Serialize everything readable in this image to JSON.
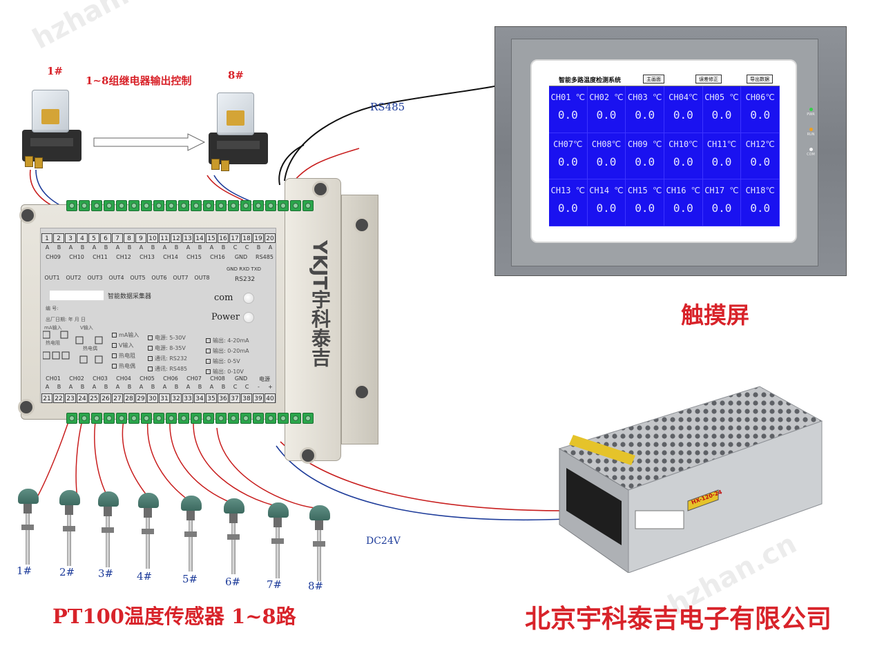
{
  "title_relay_control": "1~8组继电器输出控制",
  "relay_first_label": "1#",
  "relay_last_label": "8#",
  "rs485_label": "RS485",
  "touchscreen_label": "触摸屏",
  "dc24v_label": "DC24V",
  "sensor_caption": "PT100温度传感器 1~8路",
  "company_name": "北京宇科泰吉电子有限公司",
  "watermark_left": "hzhan.cn",
  "watermark_right": "hzhan.cn",
  "colors": {
    "red_label": "#d8232a",
    "blue_label": "#1e3c9a",
    "hmi_screen": "#1a12f0",
    "terminal_green": "#2aa64b"
  },
  "hmi": {
    "title": "智能多路温度检测系统",
    "btn_main": "主画面",
    "btn_error": "误差修正",
    "btn_export": "导出数据",
    "channels": [
      {
        "ch": "CH01 ℃",
        "val": "0.0"
      },
      {
        "ch": "CH02 ℃",
        "val": "0.0"
      },
      {
        "ch": "CH03 ℃",
        "val": "0.0"
      },
      {
        "ch": "CH04℃",
        "val": "0.0"
      },
      {
        "ch": "CH05 ℃",
        "val": "0.0"
      },
      {
        "ch": "CH06℃",
        "val": "0.0"
      },
      {
        "ch": "CH07℃",
        "val": "0.0"
      },
      {
        "ch": "CH08℃",
        "val": "0.0"
      },
      {
        "ch": "CH09 ℃",
        "val": "0.0"
      },
      {
        "ch": "CH10℃",
        "val": "0.0"
      },
      {
        "ch": "CH11℃",
        "val": "0.0"
      },
      {
        "ch": "CH12℃",
        "val": "0.0"
      },
      {
        "ch": "CH13 ℃",
        "val": "0.0"
      },
      {
        "ch": "CH14 ℃",
        "val": "0.0"
      },
      {
        "ch": "CH15 ℃",
        "val": "0.0"
      },
      {
        "ch": "CH16 ℃",
        "val": "0.0"
      },
      {
        "ch": "CH17 ℃",
        "val": "0.0"
      },
      {
        "ch": "CH18℃",
        "val": "0.0"
      }
    ],
    "leds": [
      {
        "name": "PWR",
        "color": "#35d04a"
      },
      {
        "name": "RUN",
        "color": "#f0a020"
      },
      {
        "name": "COM",
        "color": "#f4f4f4"
      }
    ]
  },
  "module": {
    "brand": "YKJT宇科泰吉",
    "top_numbers": [
      "1",
      "2",
      "3",
      "4",
      "5",
      "6",
      "7",
      "8",
      "9",
      "10",
      "11",
      "12",
      "13",
      "14",
      "15",
      "16",
      "17",
      "18",
      "19",
      "20"
    ],
    "top_ab": [
      "A",
      "B",
      "A",
      "B",
      "A",
      "B",
      "A",
      "B",
      "A",
      "B",
      "A",
      "B",
      "A",
      "B",
      "A",
      "B",
      "C",
      "C",
      "B",
      "A"
    ],
    "top_groups": [
      "CH09",
      "CH10",
      "CH11",
      "CH12",
      "CH13",
      "CH14",
      "CH15",
      "CH16",
      "GND",
      "RS485"
    ],
    "out_groups": [
      "OUT1",
      "OUT2",
      "OUT3",
      "OUT4",
      "OUT5",
      "OUT6",
      "OUT7",
      "OUT8"
    ],
    "rs232_pins": "GND RXD TXD",
    "rs232_label": "RS232",
    "product_name": "智能数据采集器",
    "model_label": "编  号:",
    "date_label": "出厂日期:     年    月    日",
    "com_label": "com",
    "power_label": "Power",
    "wiring_ma": "mA输入",
    "wiring_v": "V输入",
    "wiring_rtd": "热电阻",
    "wiring_tc": "热电偶",
    "opts_col1": [
      "mA输入",
      "V输入",
      "热电阻",
      "热电偶"
    ],
    "opts_col2": [
      "电源: 5-30V",
      "电源: 8-35V",
      "通讯: RS232",
      "通讯: RS485"
    ],
    "opts_col3": [
      "输出: 4-20mA",
      "输出: 0-20mA",
      "输出: 0-5V",
      "输出: 0-10V"
    ],
    "bottom_groups": [
      "CH01",
      "CH02",
      "CH03",
      "CH04",
      "CH05",
      "CH06",
      "CH07",
      "CH08",
      "GND",
      "电源"
    ],
    "bottom_ab": [
      "A",
      "B",
      "A",
      "B",
      "A",
      "B",
      "A",
      "B",
      "A",
      "B",
      "A",
      "B",
      "A",
      "B",
      "A",
      "B",
      "C",
      "C",
      "-",
      "+"
    ],
    "bottom_numbers": [
      "21",
      "22",
      "23",
      "24",
      "25",
      "26",
      "27",
      "28",
      "29",
      "30",
      "31",
      "32",
      "33",
      "34",
      "35",
      "36",
      "37",
      "38",
      "39",
      "40"
    ]
  },
  "psu": {
    "model": "HX-120-24"
  },
  "sensors": [
    "1#",
    "2#",
    "3#",
    "4#",
    "5#",
    "6#",
    "7#",
    "8#"
  ]
}
